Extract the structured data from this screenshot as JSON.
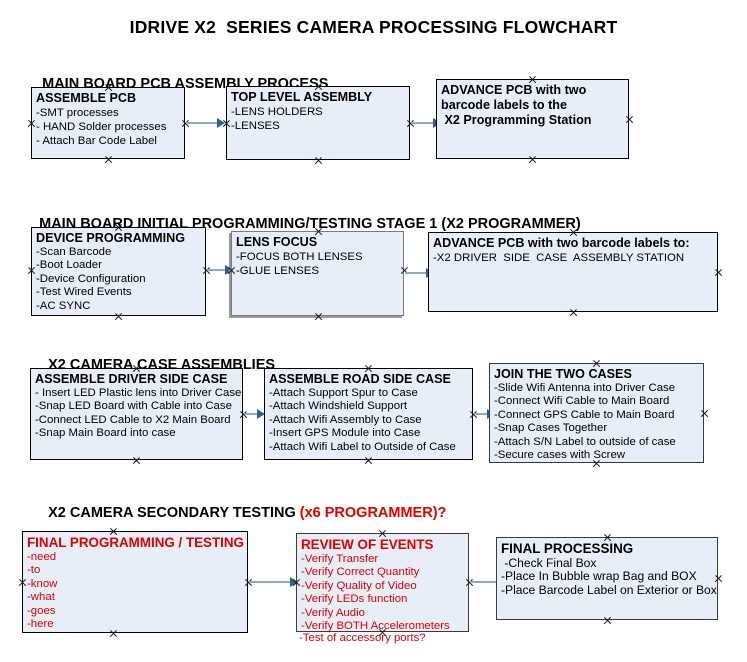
{
  "document": {
    "title": "IDRIVE X2  SERIES CAMERA PROCESSING FLOWCHART"
  },
  "colors": {
    "box_fill": "#e8eef7",
    "box_border": "#000000",
    "connector_shaft": "#8fa9c4",
    "connector_head": "#2f5f9e",
    "text": "#000000",
    "accent_red": "#e00000"
  },
  "sections": [
    {
      "heading": "MAIN BOARD PCB ASSEMBLY PROCESS",
      "heading_accent": "",
      "boxes": [
        {
          "title": "ASSEMBLE PCB",
          "lines": [
            "-SMT processes",
            "- HAND Solder processes",
            "- Attach Bar Code Label"
          ]
        },
        {
          "title": "TOP LEVEL ASSEMBLY",
          "lines": [
            "-LENS HOLDERS",
            "-LENSES"
          ]
        },
        {
          "title": "ADVANCE PCB with two",
          "lines": [
            "barcode labels to the",
            " X2 Programming Station"
          ]
        }
      ]
    },
    {
      "heading": "MAIN BOARD INITIAL PROGRAMMING/TESTING STAGE 1 (X2 PROGRAMMER)",
      "heading_accent": "",
      "boxes": [
        {
          "title": "DEVICE PROGRAMMING",
          "lines": [
            "-Scan Barcode",
            "-Boot Loader",
            "-Device Configuration",
            "-Test Wired Events",
            "-AC SYNC"
          ]
        },
        {
          "title": "LENS FOCUS",
          "lines": [
            "-FOCUS BOTH LENSES",
            "-GLUE LENSES"
          ]
        },
        {
          "title": "ADVANCE PCB with two barcode labels to:",
          "lines": [
            "-X2 DRIVER  SIDE  CASE  ASSEMBLY STATION"
          ]
        }
      ]
    },
    {
      "heading": "X2 CAMERA CASE ASSEMBLIES",
      "heading_accent": "",
      "boxes": [
        {
          "title": "ASSEMBLE DRIVER SIDE CASE",
          "lines": [
            "- Insert LED Plastic lens into Driver Case",
            "-Snap LED Board with Cable into Case",
            "-Connect LED Cable to X2 Main Board",
            "-Snap Main Board into case"
          ]
        },
        {
          "title": "ASSEMBLE ROAD SIDE CASE",
          "lines": [
            "-Attach Support Spur to Case",
            "-Attach Windshield Support",
            "-Attach Wifi Assembly to Case",
            "-Insert GPS Module into Case",
            "-Attach Wifi Label to Outside of Case"
          ]
        },
        {
          "title": "JOIN THE TWO CASES",
          "lines": [
            "-Slide Wifi Antenna into Driver Case",
            "-Connect Wifi Cable to Main Board",
            "-Connect GPS Cable to Main Board",
            "-Snap Cases Together",
            "-Attach S/N Label to outside of case",
            "-Secure cases with Screw"
          ]
        }
      ]
    },
    {
      "heading": "X2 CAMERA SECONDARY TESTING ",
      "heading_accent": "(x6 PROGRAMMER)?",
      "boxes": [
        {
          "title": "FINAL PROGRAMMING / TESTING",
          "lines": [
            "-need",
            "-to",
            "-know",
            "-what",
            "-goes",
            "-here"
          ]
        },
        {
          "title": "REVIEW OF EVENTS",
          "lines": [
            "-Verify Transfer",
            "-Verify Correct Quantity",
            "-Verify Quality of Video",
            "-Verify LEDs function",
            "-Verify Audio",
            "-Verify BOTH Accelerometers"
          ],
          "overflow_line": "-Test of accessory ports?"
        },
        {
          "title": "FINAL PROCESSING",
          "lines": [
            " -Check Final Box",
            "-Place In Bubble wrap Bag and BOX",
            "-Place Barcode Label on Exterior or Box"
          ]
        }
      ]
    }
  ]
}
